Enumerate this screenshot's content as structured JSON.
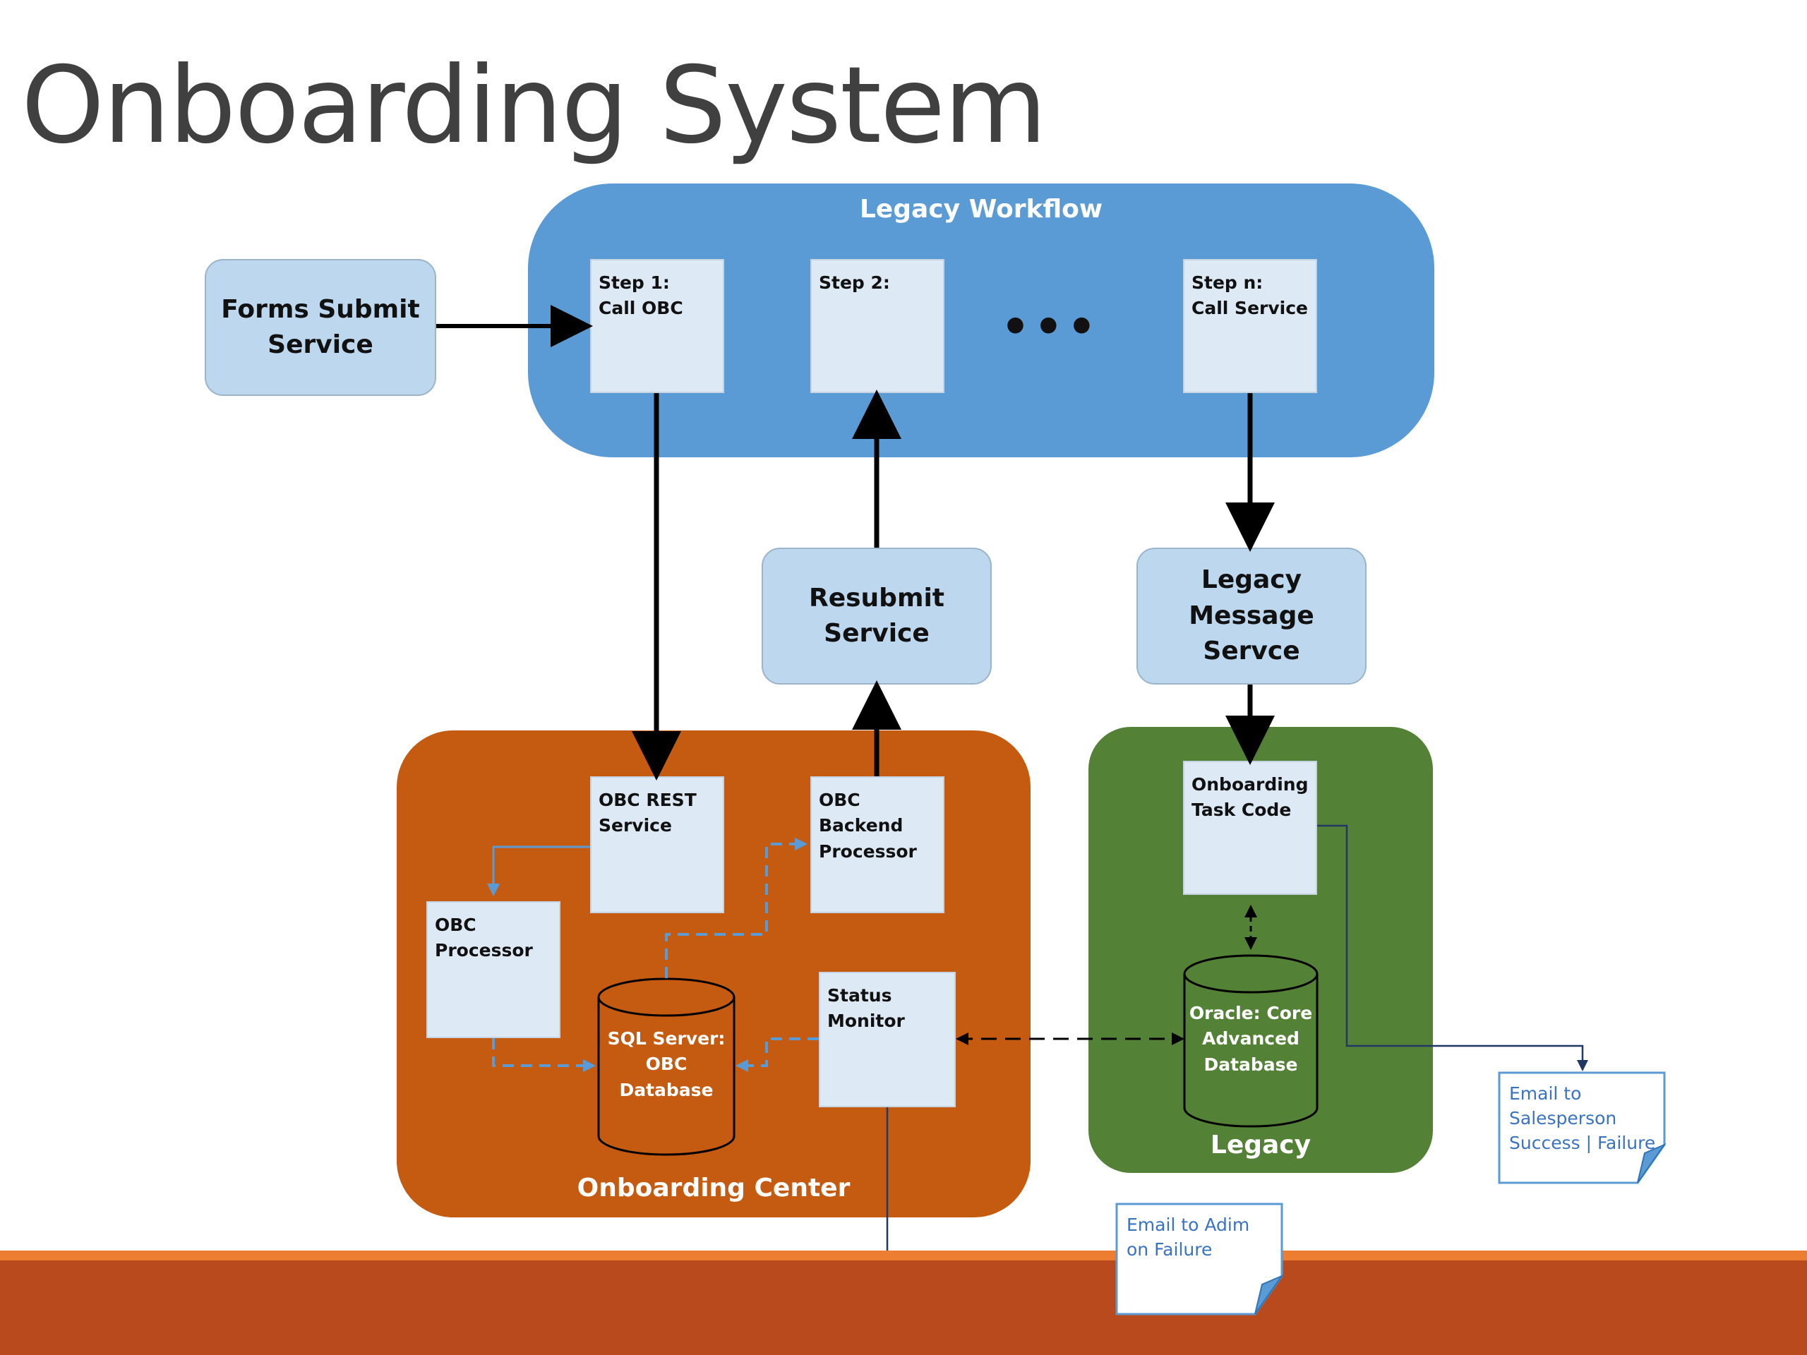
{
  "title": "Onboarding System",
  "legacy_workflow": {
    "label": "Legacy Workflow",
    "steps": [
      {
        "label": "Step 1:\nCall OBC"
      },
      {
        "label": "Step 2:"
      },
      {
        "label": "Step n:\nCall Service"
      }
    ],
    "ellipsis": "•••"
  },
  "forms_submit_service": "Forms Submit Service",
  "resubmit_service": "Resubmit Service",
  "legacy_message_service": "Legacy Message Servce",
  "onboarding_center": {
    "label": "Onboarding Center",
    "obc_rest_service": "OBC REST\nService",
    "obc_backend_processor": "OBC\nBackend\nProcessor",
    "obc_processor": "OBC\nProcessor",
    "status_monitor": "Status\nMonitor",
    "sql_db": "SQL Server:\nOBC\nDatabase"
  },
  "legacy": {
    "label": "Legacy",
    "onboarding_task_code": "Onboarding\nTask Code",
    "oracle_db": "Oracle:  Core\nAdvanced\nDatabase"
  },
  "notes": {
    "email_salesperson": "Email to\nSalesperson\nSuccess | Failure",
    "email_admin": "Email to Adim\non Failure"
  },
  "colors": {
    "workflow_blue": "#5b9bd5",
    "onboarding_orange": "#c55a11",
    "legacy_green": "#538135",
    "service_blue": "#bdd7ee",
    "step_fill": "#dde9f4",
    "connector_blue": "#5b9bd5",
    "footer_orange": "#b94a1e",
    "footer_stripe": "#ed7d31"
  }
}
